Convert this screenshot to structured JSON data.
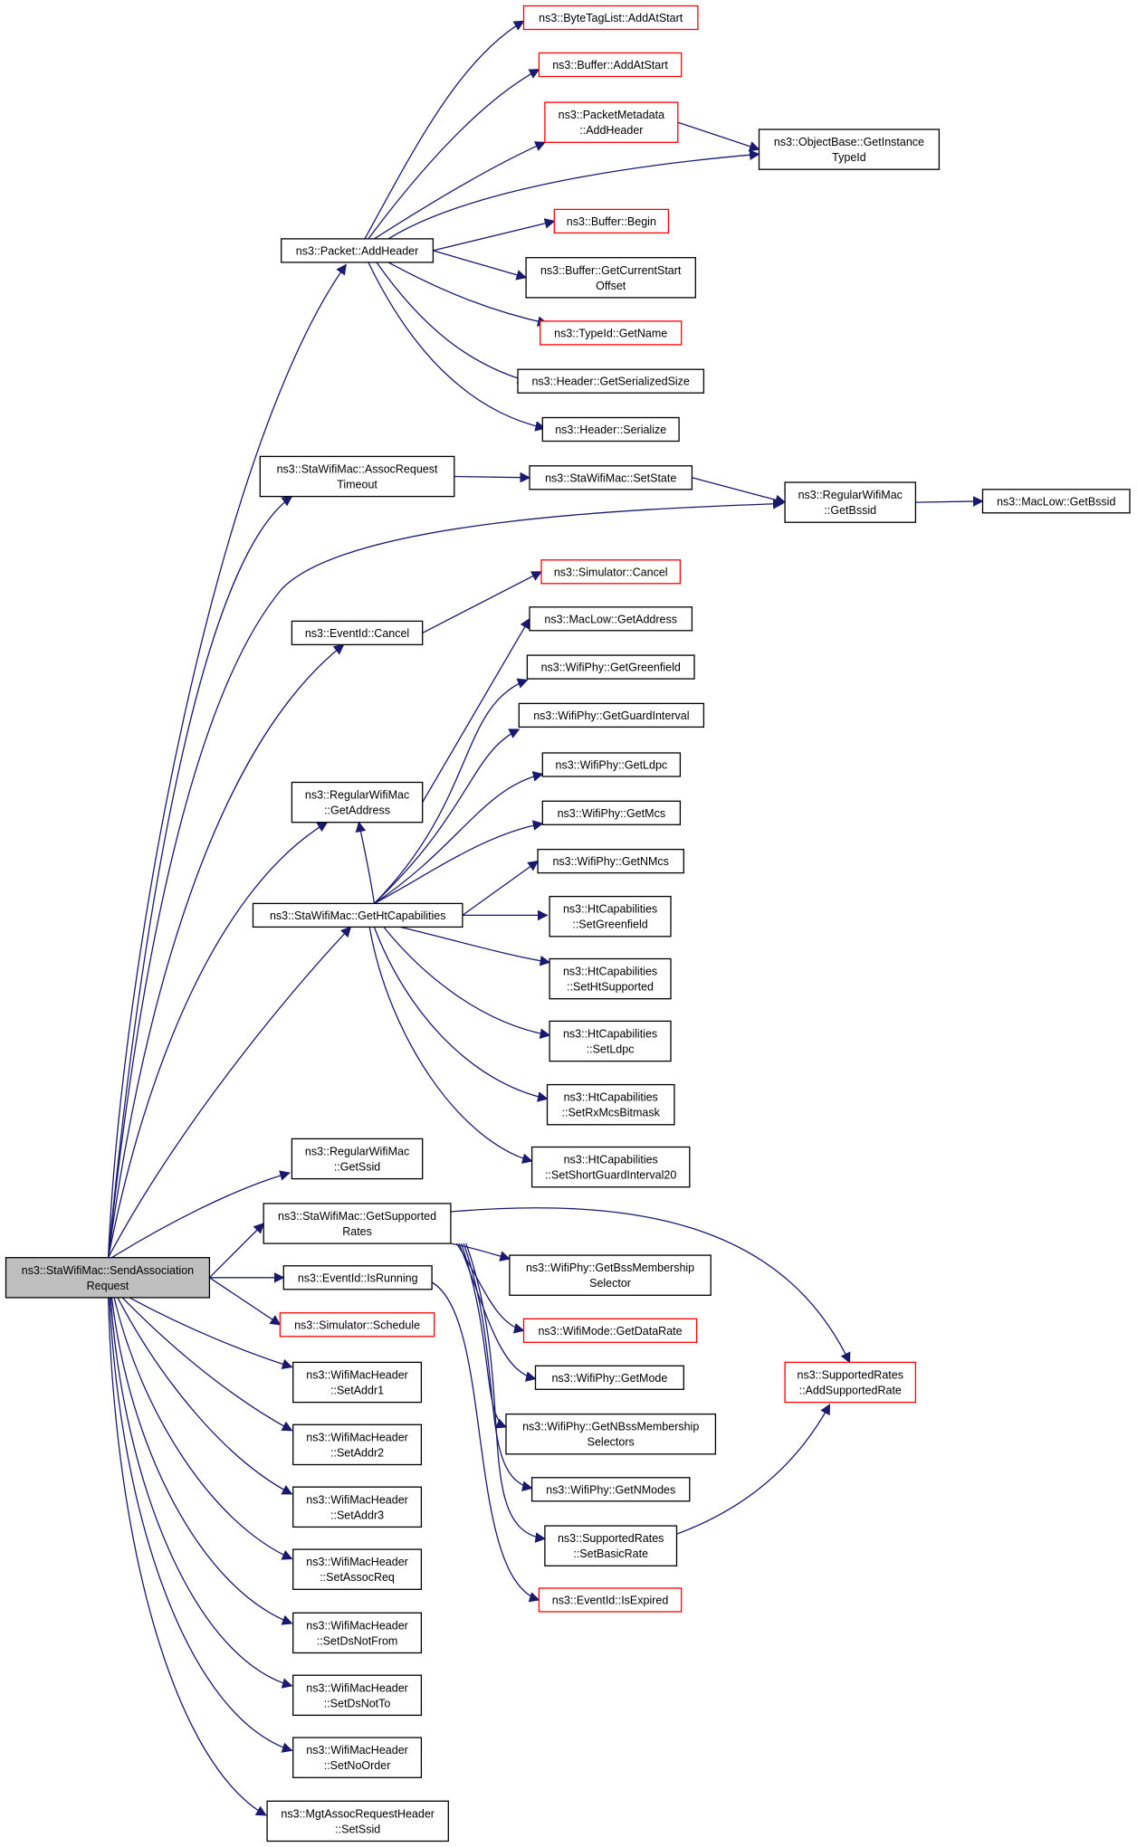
{
  "colors": {
    "edge": "#191970",
    "node_border": "#000000",
    "node_border_truncated": "#ff0000",
    "root_fill": "#bfbfbf",
    "node_fill": "#ffffff"
  },
  "nodes": {
    "root": {
      "lines": [
        "ns3::StaWifiMac::SendAssociation",
        "Request"
      ],
      "root": true
    },
    "packet_addheader": {
      "lines": [
        "ns3::Packet::AddHeader"
      ]
    },
    "assocrequesttimeout": {
      "lines": [
        "ns3::StaWifiMac::AssocRequest",
        "Timeout"
      ]
    },
    "regular_getbssid": {
      "lines": [
        "ns3::RegularWifiMac",
        "::GetBssid"
      ]
    },
    "eventid_cancel": {
      "lines": [
        "ns3::EventId::Cancel"
      ]
    },
    "regular_getaddress": {
      "lines": [
        "ns3::RegularWifiMac",
        "::GetAddress"
      ]
    },
    "getht": {
      "lines": [
        "ns3::StaWifiMac::GetHtCapabilities"
      ]
    },
    "regular_getssid": {
      "lines": [
        "ns3::RegularWifiMac",
        "::GetSsid"
      ]
    },
    "getsupportedrates": {
      "lines": [
        "ns3::StaWifiMac::GetSupported",
        "Rates"
      ]
    },
    "eventid_isrunning": {
      "lines": [
        "ns3::EventId::IsRunning"
      ]
    },
    "simulator_schedule": {
      "lines": [
        "ns3::Simulator::Schedule"
      ],
      "truncated": true
    },
    "setaddr1": {
      "lines": [
        "ns3::WifiMacHeader",
        "::SetAddr1"
      ]
    },
    "setaddr2": {
      "lines": [
        "ns3::WifiMacHeader",
        "::SetAddr2"
      ]
    },
    "setaddr3": {
      "lines": [
        "ns3::WifiMacHeader",
        "::SetAddr3"
      ]
    },
    "setassocreq": {
      "lines": [
        "ns3::WifiMacHeader",
        "::SetAssocReq"
      ]
    },
    "setdsnotfrom": {
      "lines": [
        "ns3::WifiMacHeader",
        "::SetDsNotFrom"
      ]
    },
    "setdsnotto": {
      "lines": [
        "ns3::WifiMacHeader",
        "::SetDsNotTo"
      ]
    },
    "setnoorder": {
      "lines": [
        "ns3::WifiMacHeader",
        "::SetNoOrder"
      ]
    },
    "mgt_setssid": {
      "lines": [
        "ns3::MgtAssocRequestHeader",
        "::SetSsid"
      ]
    },
    "bytetaglist_addatstart": {
      "lines": [
        "ns3::ByteTagList::AddAtStart"
      ],
      "truncated": true
    },
    "buffer_addatstart": {
      "lines": [
        "ns3::Buffer::AddAtStart"
      ],
      "truncated": true
    },
    "packetmetadata_addheader": {
      "lines": [
        "ns3::PacketMetadata",
        "::AddHeader"
      ],
      "truncated": true
    },
    "objectbase_getinstancetypeid": {
      "lines": [
        "ns3::ObjectBase::GetInstance",
        "TypeId"
      ]
    },
    "buffer_begin": {
      "lines": [
        "ns3::Buffer::Begin"
      ],
      "truncated": true
    },
    "buffer_getcurrentstartoffset": {
      "lines": [
        "ns3::Buffer::GetCurrentStart",
        "Offset"
      ]
    },
    "typeid_getname": {
      "lines": [
        "ns3::TypeId::GetName"
      ],
      "truncated": true
    },
    "header_getserializedsize": {
      "lines": [
        "ns3::Header::GetSerializedSize"
      ]
    },
    "header_serialize": {
      "lines": [
        "ns3::Header::Serialize"
      ]
    },
    "setstate": {
      "lines": [
        "ns3::StaWifiMac::SetState"
      ]
    },
    "maclow_getbssid": {
      "lines": [
        "ns3::MacLow::GetBssid"
      ]
    },
    "simulator_cancel": {
      "lines": [
        "ns3::Simulator::Cancel"
      ],
      "truncated": true
    },
    "maclow_getaddress": {
      "lines": [
        "ns3::MacLow::GetAddress"
      ]
    },
    "getgreenfield": {
      "lines": [
        "ns3::WifiPhy::GetGreenfield"
      ]
    },
    "getguardinterval": {
      "lines": [
        "ns3::WifiPhy::GetGuardInterval"
      ]
    },
    "getldpc": {
      "lines": [
        "ns3::WifiPhy::GetLdpc"
      ]
    },
    "getmcs": {
      "lines": [
        "ns3::WifiPhy::GetMcs"
      ]
    },
    "getnmcs": {
      "lines": [
        "ns3::WifiPhy::GetNMcs"
      ]
    },
    "setgreenfield": {
      "lines": [
        "ns3::HtCapabilities",
        "::SetGreenfield"
      ]
    },
    "sethtsupported": {
      "lines": [
        "ns3::HtCapabilities",
        "::SetHtSupported"
      ]
    },
    "setldpc": {
      "lines": [
        "ns3::HtCapabilities",
        "::SetLdpc"
      ]
    },
    "setrxmcsbitmask": {
      "lines": [
        "ns3::HtCapabilities",
        "::SetRxMcsBitmask"
      ]
    },
    "setshortguardinterval20": {
      "lines": [
        "ns3::HtCapabilities",
        "::SetShortGuardInterval20"
      ]
    },
    "getbssmembershipselector": {
      "lines": [
        "ns3::WifiPhy::GetBssMembership",
        "Selector"
      ]
    },
    "wifimode_getdatarate": {
      "lines": [
        "ns3::WifiMode::GetDataRate"
      ],
      "truncated": true
    },
    "getmode": {
      "lines": [
        "ns3::WifiPhy::GetMode"
      ]
    },
    "getnbssmembershipselectors": {
      "lines": [
        "ns3::WifiPhy::GetNBssMembership",
        "Selectors"
      ]
    },
    "getnmodes": {
      "lines": [
        "ns3::WifiPhy::GetNModes"
      ]
    },
    "setbasicrate": {
      "lines": [
        "ns3::SupportedRates",
        "::SetBasicRate"
      ]
    },
    "eventid_isexpired": {
      "lines": [
        "ns3::EventId::IsExpired"
      ],
      "truncated": true
    },
    "addsupportedrate": {
      "lines": [
        "ns3::SupportedRates",
        "::AddSupportedRate"
      ],
      "truncated": true
    }
  },
  "edges": [
    [
      "root",
      "packet_addheader"
    ],
    [
      "root",
      "assocrequesttimeout"
    ],
    [
      "root",
      "regular_getbssid"
    ],
    [
      "root",
      "eventid_cancel"
    ],
    [
      "root",
      "regular_getaddress"
    ],
    [
      "root",
      "getht"
    ],
    [
      "root",
      "regular_getssid"
    ],
    [
      "root",
      "getsupportedrates"
    ],
    [
      "root",
      "eventid_isrunning"
    ],
    [
      "root",
      "simulator_schedule"
    ],
    [
      "root",
      "setaddr1"
    ],
    [
      "root",
      "setaddr2"
    ],
    [
      "root",
      "setaddr3"
    ],
    [
      "root",
      "setassocreq"
    ],
    [
      "root",
      "setdsnotfrom"
    ],
    [
      "root",
      "setdsnotto"
    ],
    [
      "root",
      "setnoorder"
    ],
    [
      "root",
      "mgt_setssid"
    ],
    [
      "packet_addheader",
      "bytetaglist_addatstart"
    ],
    [
      "packet_addheader",
      "buffer_addatstart"
    ],
    [
      "packet_addheader",
      "packetmetadata_addheader"
    ],
    [
      "packet_addheader",
      "objectbase_getinstancetypeid"
    ],
    [
      "packet_addheader",
      "buffer_begin"
    ],
    [
      "packet_addheader",
      "buffer_getcurrentstartoffset"
    ],
    [
      "packet_addheader",
      "typeid_getname"
    ],
    [
      "packet_addheader",
      "header_getserializedsize"
    ],
    [
      "packet_addheader",
      "header_serialize"
    ],
    [
      "packetmetadata_addheader",
      "objectbase_getinstancetypeid"
    ],
    [
      "assocrequesttimeout",
      "setstate"
    ],
    [
      "setstate",
      "regular_getbssid"
    ],
    [
      "regular_getbssid",
      "maclow_getbssid"
    ],
    [
      "eventid_cancel",
      "simulator_cancel"
    ],
    [
      "regular_getaddress",
      "maclow_getaddress"
    ],
    [
      "getht",
      "regular_getaddress"
    ],
    [
      "getht",
      "getgreenfield"
    ],
    [
      "getht",
      "getguardinterval"
    ],
    [
      "getht",
      "getldpc"
    ],
    [
      "getht",
      "getmcs"
    ],
    [
      "getht",
      "getnmcs"
    ],
    [
      "getht",
      "setgreenfield"
    ],
    [
      "getht",
      "sethtsupported"
    ],
    [
      "getht",
      "setldpc"
    ],
    [
      "getht",
      "setrxmcsbitmask"
    ],
    [
      "getht",
      "setshortguardinterval20"
    ],
    [
      "getsupportedrates",
      "addsupportedrate"
    ],
    [
      "getsupportedrates",
      "getbssmembershipselector"
    ],
    [
      "getsupportedrates",
      "wifimode_getdatarate"
    ],
    [
      "getsupportedrates",
      "getmode"
    ],
    [
      "getsupportedrates",
      "getnbssmembershipselectors"
    ],
    [
      "getsupportedrates",
      "getnmodes"
    ],
    [
      "getsupportedrates",
      "setbasicrate"
    ],
    [
      "eventid_isrunning",
      "eventid_isexpired"
    ],
    [
      "setbasicrate",
      "addsupportedrate"
    ]
  ]
}
